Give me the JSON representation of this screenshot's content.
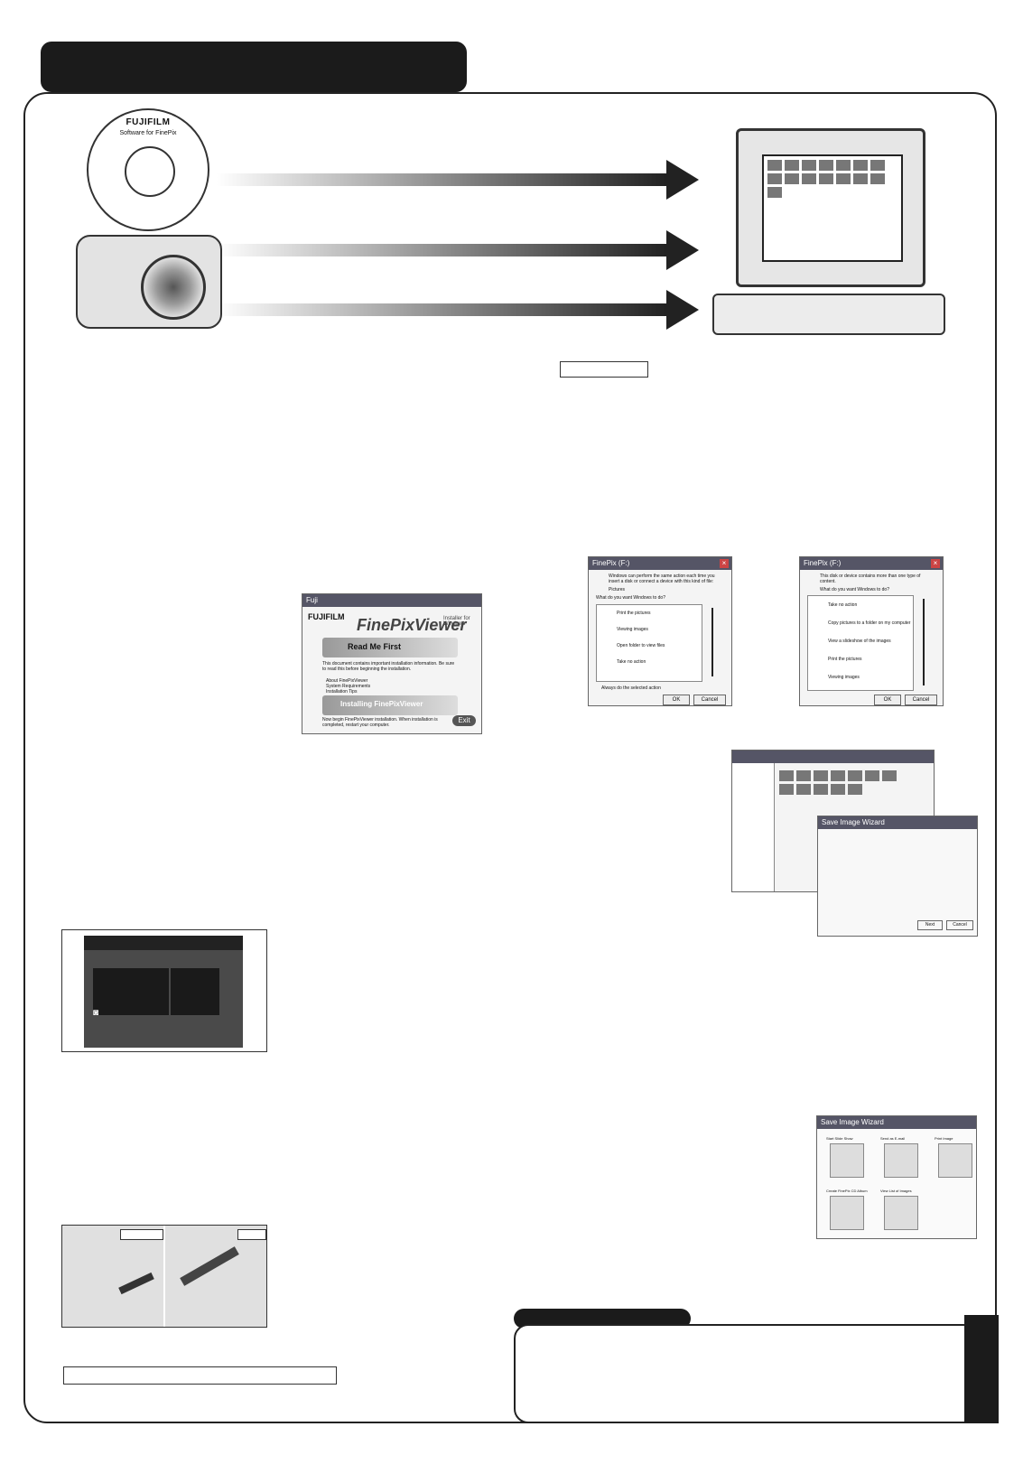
{
  "cd": {
    "brand": "FUJIFILM",
    "subtitle": "Software for FinePix"
  },
  "installer": {
    "window_title": "Fuji",
    "brand": "FUJIFILM",
    "product": "FinePixViewer",
    "tag": "Installer for Windows",
    "read_me_first": "Read Me First",
    "read_me_text": "This document contains important installation information. Be sure to read this before beginning the installation.",
    "bullets": [
      "About FinePixViewer",
      "System Requirements",
      "Installation Tips"
    ],
    "installing": "Installing FinePixViewer",
    "installing_text": "Now begin FinePixViewer installation. When installation is completed, restart your computer.",
    "exit": "Exit"
  },
  "autoplay1": {
    "title": "FinePix (F:)",
    "prompt": "Windows can perform the same action each time you insert a disk or connect a device with this kind of file:",
    "type": "Pictures",
    "question": "What do you want Windows to do?",
    "items": [
      "Print the pictures",
      "Viewing images",
      "Open folder to view files",
      "Take no action"
    ],
    "checkbox": "Always do the selected action",
    "ok": "OK",
    "cancel": "Cancel"
  },
  "autoplay2": {
    "title": "FinePix (F:)",
    "prompt": "This disk or device contains more than one type of content.",
    "question": "What do you want Windows to do?",
    "items": [
      "Take no action",
      "Copy pictures to a folder on my computer",
      "View a slideshow of the images",
      "Print the pictures",
      "Viewing images"
    ],
    "ok": "OK",
    "cancel": "Cancel"
  },
  "save_wizard": {
    "title": "Save Image Wizard",
    "next": "Next",
    "cancel": "Cancel"
  },
  "save_wizard2": {
    "title": "Save Image Wizard",
    "options": [
      "Start Slide Show",
      "Send as E-mail",
      "Print Image",
      "Create FinePix CD Album",
      "View List of Images"
    ]
  },
  "colors": {
    "dark": "#1b1b1b",
    "frame": "#222222"
  }
}
